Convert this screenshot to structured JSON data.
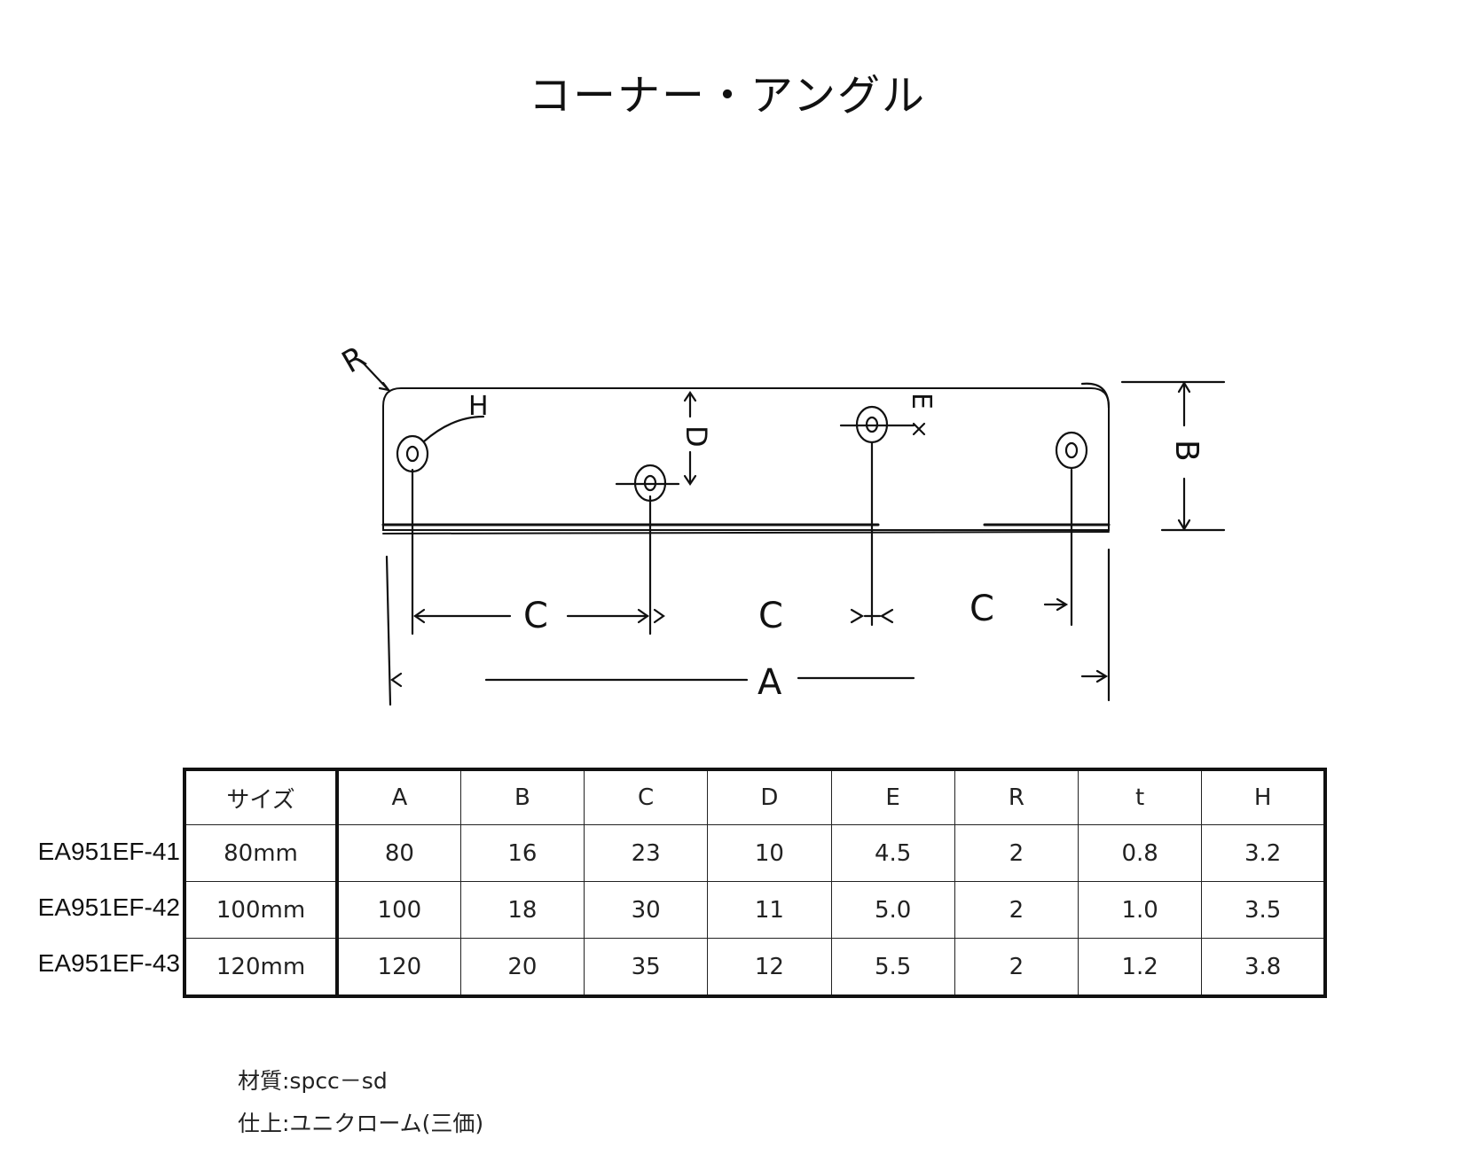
{
  "title": "コーナー・アングル",
  "drawing": {
    "labels": {
      "r": "R",
      "h": "H",
      "d": "D",
      "e": "E",
      "b": "B",
      "c": "C",
      "a": "A"
    }
  },
  "table": {
    "headers": [
      "サイズ",
      "A",
      "B",
      "C",
      "D",
      "E",
      "R",
      "t",
      "H"
    ],
    "rows": [
      {
        "code": "EA951EF-41",
        "cells": [
          "80mm",
          "80",
          "16",
          "23",
          "10",
          "4.5",
          "2",
          "0.8",
          "3.2"
        ]
      },
      {
        "code": "EA951EF-42",
        "cells": [
          "100mm",
          "100",
          "18",
          "30",
          "11",
          "5.0",
          "2",
          "1.0",
          "3.5"
        ]
      },
      {
        "code": "EA951EF-43",
        "cells": [
          "120mm",
          "120",
          "20",
          "35",
          "12",
          "5.5",
          "2",
          "1.2",
          "3.8"
        ]
      }
    ]
  },
  "notes": {
    "material": "材質:spcc－sd",
    "finish": "仕上:ユニクローム(三価)"
  }
}
